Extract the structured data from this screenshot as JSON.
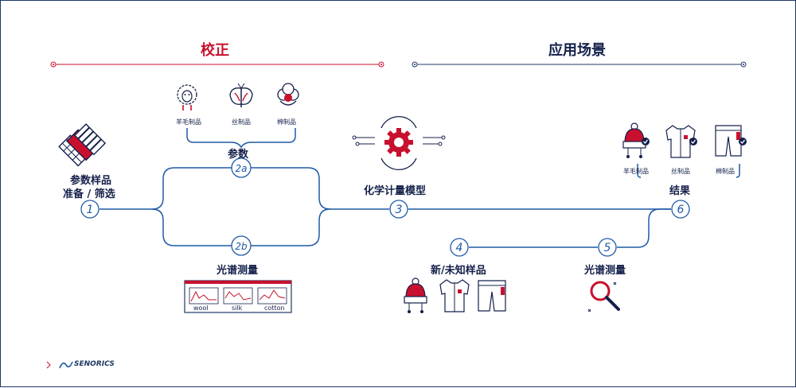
{
  "headers": {
    "calibration": "校正",
    "application": "应用场景"
  },
  "steps": {
    "s1": {
      "num": "1",
      "label_line1": "参数样品",
      "label_line2": "准备 / 筛选"
    },
    "s2a": {
      "num": "2a",
      "label": "参数"
    },
    "s2b": {
      "num": "2b",
      "label": "光谱测量"
    },
    "s3": {
      "num": "3",
      "label": "化学计量模型"
    },
    "s4": {
      "num": "4",
      "label": "新/未知样品"
    },
    "s5": {
      "num": "5",
      "label": "光谱测量"
    },
    "s6": {
      "num": "6",
      "label": "结果"
    }
  },
  "params_icons": [
    {
      "name": "sheep-icon",
      "caption": "羊毛制品"
    },
    {
      "name": "silkworm-moth-icon",
      "caption": "丝制品"
    },
    {
      "name": "cotton-icon",
      "caption": "棉制品"
    }
  ],
  "result_icons": [
    {
      "name": "beanie-hat-checked-icon",
      "caption": "羊毛制品"
    },
    {
      "name": "shirt-checked-icon",
      "caption": "丝制品"
    },
    {
      "name": "shorts-checked-icon",
      "caption": "棉制品"
    }
  ],
  "spectra_panel": {
    "items": [
      "wool",
      "silk",
      "cotton"
    ]
  },
  "logo": {
    "text": "SENORICS"
  },
  "colors": {
    "navy": "#1f3864",
    "blue": "#1f5aa6",
    "red": "#c8102e",
    "dark": "#14204a"
  }
}
